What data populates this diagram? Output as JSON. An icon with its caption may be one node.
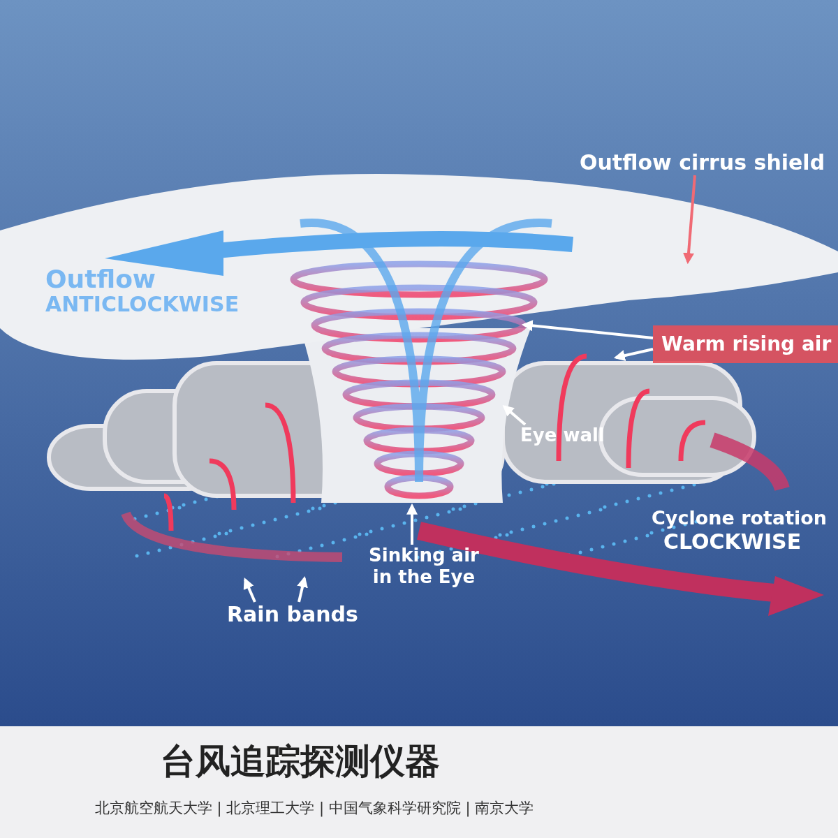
{
  "diagram": {
    "title": "台风追踪探测仪器",
    "nodes": [
      {
        "text": [
          "Outflow cirrus shield"
        ]
      },
      {
        "text": [
          "Warm rising air"
        ]
      },
      {
        "text": [
          "Eye wall"
        ]
      },
      {
        "text": [
          "Sinking air in the Eye"
        ]
      },
      {
        "text": [
          "Rain bands"
        ]
      }
    ],
    "edges": [
      {
        "from": 0,
        "to": null,
        "arrow": "to",
        "color": "#f06a74"
      },
      {
        "from": 1,
        "to": null,
        "arrow": "to"
      },
      {
        "from": 1,
        "to": null,
        "arrow": "to"
      },
      {
        "from": 2,
        "to": null,
        "arrow": "to"
      },
      {
        "from": 3,
        "to": null,
        "arrow": "to"
      },
      {
        "from": 4,
        "to": null,
        "arrow": "to"
      },
      {
        "from": 4,
        "to": null,
        "arrow": "to"
      }
    ],
    "labels": [
      "Outflow",
      "ANTICLOCKWISE",
      "Cyclone rotation",
      "CLOCKWISE",
      "北京航空航天大学 | 北京理工大学 | 中国气象科学研究院 | 南京大学"
    ]
  }
}
